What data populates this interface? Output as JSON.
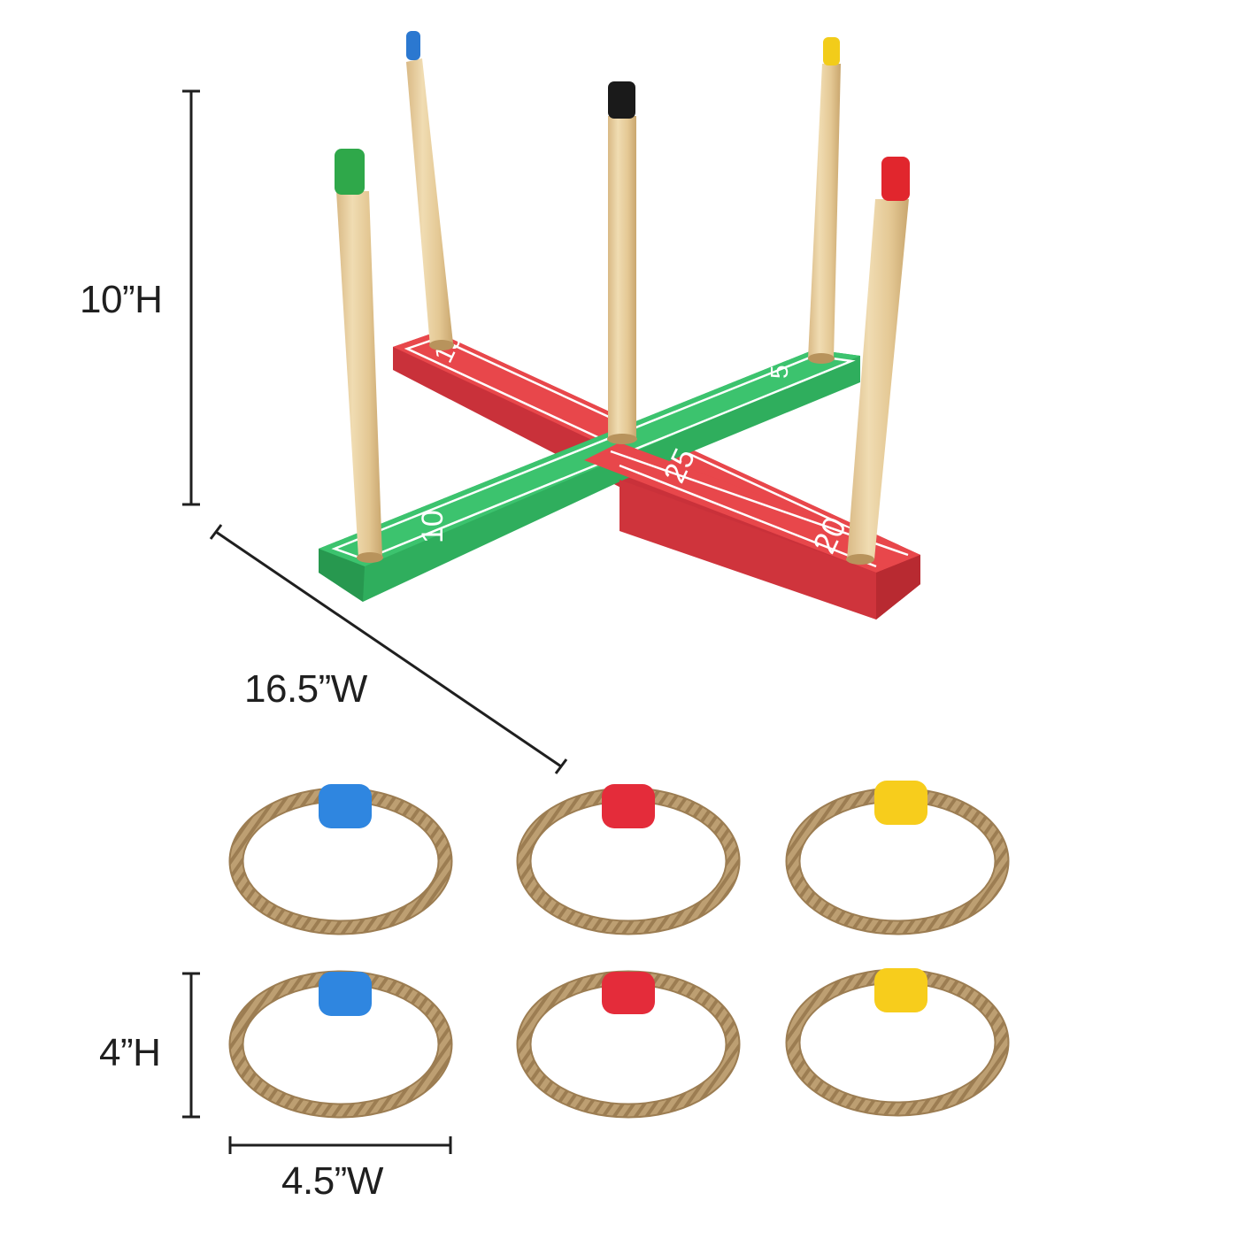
{
  "product": {
    "name": "Ring Toss Game",
    "base": {
      "board_colors": {
        "red": "#e8474b",
        "green": "#3cc36e",
        "line": "#ffffff"
      },
      "scores": [
        {
          "label": "15",
          "bar": "red",
          "position": "back-left"
        },
        {
          "label": "5",
          "bar": "green",
          "position": "back-right"
        },
        {
          "label": "25",
          "bar": "red",
          "position": "center"
        },
        {
          "label": "10",
          "bar": "green",
          "position": "front-left"
        },
        {
          "label": "20",
          "bar": "red",
          "position": "front-right"
        }
      ]
    },
    "pegs": [
      {
        "name": "green-peg",
        "cap_color": "#2fa84a",
        "score": "10"
      },
      {
        "name": "blue-peg",
        "cap_color": "#2b78d0",
        "score": "15"
      },
      {
        "name": "black-peg",
        "cap_color": "#1a1a1a",
        "score": "25"
      },
      {
        "name": "yellow-peg",
        "cap_color": "#f2cc1a",
        "score": "5"
      },
      {
        "name": "red-peg",
        "cap_color": "#e1262d",
        "score": "20"
      }
    ],
    "rings": [
      {
        "row": 1,
        "bead_color": "#2f86e0"
      },
      {
        "row": 1,
        "bead_color": "#e42c3a"
      },
      {
        "row": 1,
        "bead_color": "#f7cd1c"
      },
      {
        "row": 2,
        "bead_color": "#2f86e0"
      },
      {
        "row": 2,
        "bead_color": "#e42c3a"
      },
      {
        "row": 2,
        "bead_color": "#f7cd1c"
      }
    ]
  },
  "dimensions": {
    "base_height": "10”H",
    "base_width": "16.5”W",
    "ring_height": "4”H",
    "ring_width": "4.5”W"
  },
  "colors": {
    "wood": "#e6cc9c",
    "wood_shade": "#cfae78",
    "rope": "#b99a6e",
    "rope_dark": "#8f7048",
    "dimension_line": "#1f1f1f"
  }
}
